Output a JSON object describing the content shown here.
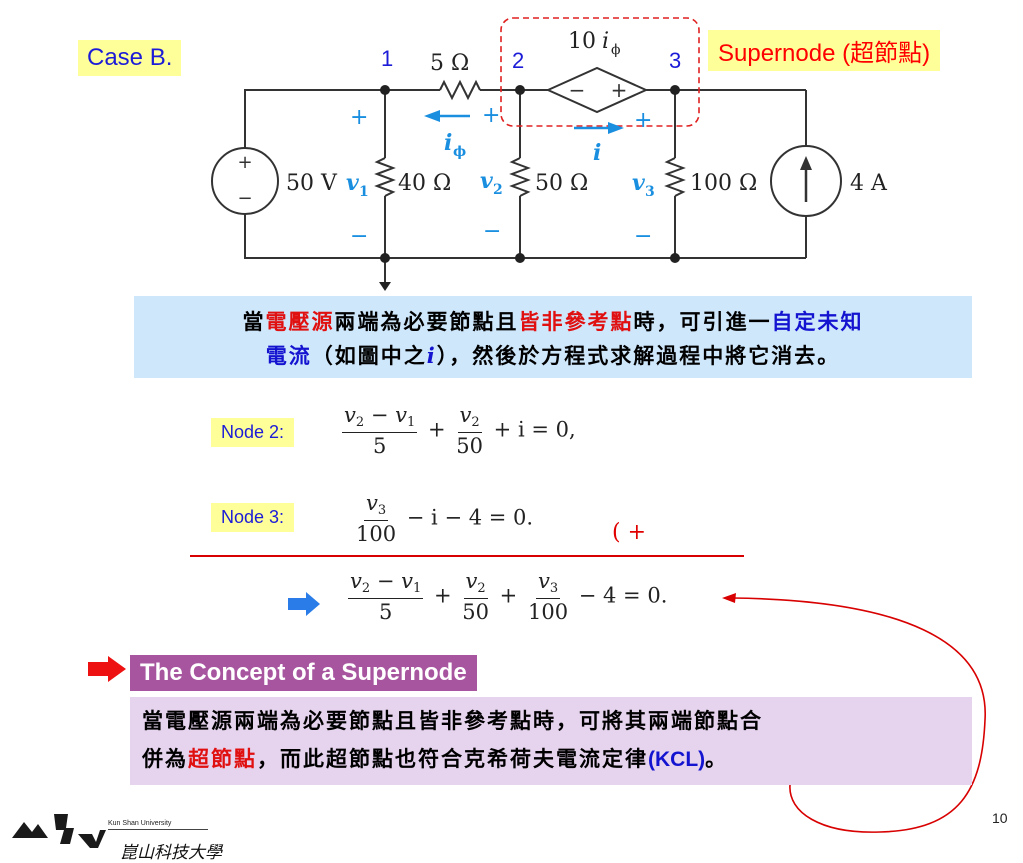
{
  "case_label": "Case B.",
  "supernode": {
    "text": "Supernode (",
    "zh": "超節點",
    "close": ")"
  },
  "circuit": {
    "node_numbers": [
      "1",
      "2",
      "3"
    ],
    "resistor_top": "5 Ω",
    "dependent_source": {
      "coef": "10",
      "var": "i",
      "sub": "ϕ",
      "minus": "−",
      "plus": "+"
    },
    "voltage_source": "50 V",
    "r1": "40 Ω",
    "r2": "50 Ω",
    "r3": "100 Ω",
    "current_source": "4 A",
    "v1": "v",
    "v1_sub": "1",
    "v2": "v",
    "v2_sub": "2",
    "v3": "v",
    "v3_sub": "3",
    "iphi": "i",
    "iphi_sub": "ϕ",
    "i": "i",
    "plus_sign": "+",
    "minus_sign": "−",
    "colors": {
      "blue": "#1a8fe0",
      "red_dash": "#e02020",
      "wire": "#333333"
    }
  },
  "note": {
    "line1": [
      {
        "t": "當",
        "c": ""
      },
      {
        "t": "電壓源",
        "c": "hl-red"
      },
      {
        "t": "兩端為必要節點且",
        "c": ""
      },
      {
        "t": "皆非參考點",
        "c": "hl-red"
      },
      {
        "t": "時，可引進一",
        "c": ""
      },
      {
        "t": "自定未知",
        "c": "hl-blue"
      }
    ],
    "line2": [
      {
        "t": "電流",
        "c": "hl-blue"
      },
      {
        "t": "（如圖中之",
        "c": ""
      },
      {
        "t": "i",
        "c": "hl-blue it"
      },
      {
        "t": "），然後於方程式求解過程中將它消去。",
        "c": ""
      }
    ]
  },
  "node2": {
    "label": "Node 2:",
    "num1": "v",
    "num1_sub": "2",
    "num_minus": " − ",
    "num2": "v",
    "num2_sub": "1",
    "den1": "5",
    "plus": "+",
    "num3": "v",
    "num3_sub": "2",
    "den2": "50",
    "tail": "+ i = 0,"
  },
  "node3": {
    "label": "Node 3:",
    "num": "v",
    "num_sub": "3",
    "den": "100",
    "tail": "− i − 4 = 0."
  },
  "sum_mark": "( +",
  "result": {
    "num1": "v",
    "num1_sub": "2",
    "num_minus": " − ",
    "num2": "v",
    "num2_sub": "1",
    "den1": "5",
    "plus1": "+",
    "num3": "v",
    "num3_sub": "2",
    "den2": "50",
    "plus2": "+",
    "num4": "v",
    "num4_sub": "3",
    "den3": "100",
    "tail": "− 4 = 0."
  },
  "concept": {
    "title": "The Concept of a Supernode",
    "line1": "當電壓源兩端為必要節點且皆非參考點時，可將其兩端節點合",
    "line2_a": "併為",
    "line2_red": "超節點",
    "line2_b": "，而此超節點也符合克希荷夫電流定律",
    "line2_kcl": "(KCL)",
    "line2_end": "。"
  },
  "page_number": "10",
  "university": {
    "en": "Kun Shan University",
    "zh": "崑山科技大學"
  }
}
